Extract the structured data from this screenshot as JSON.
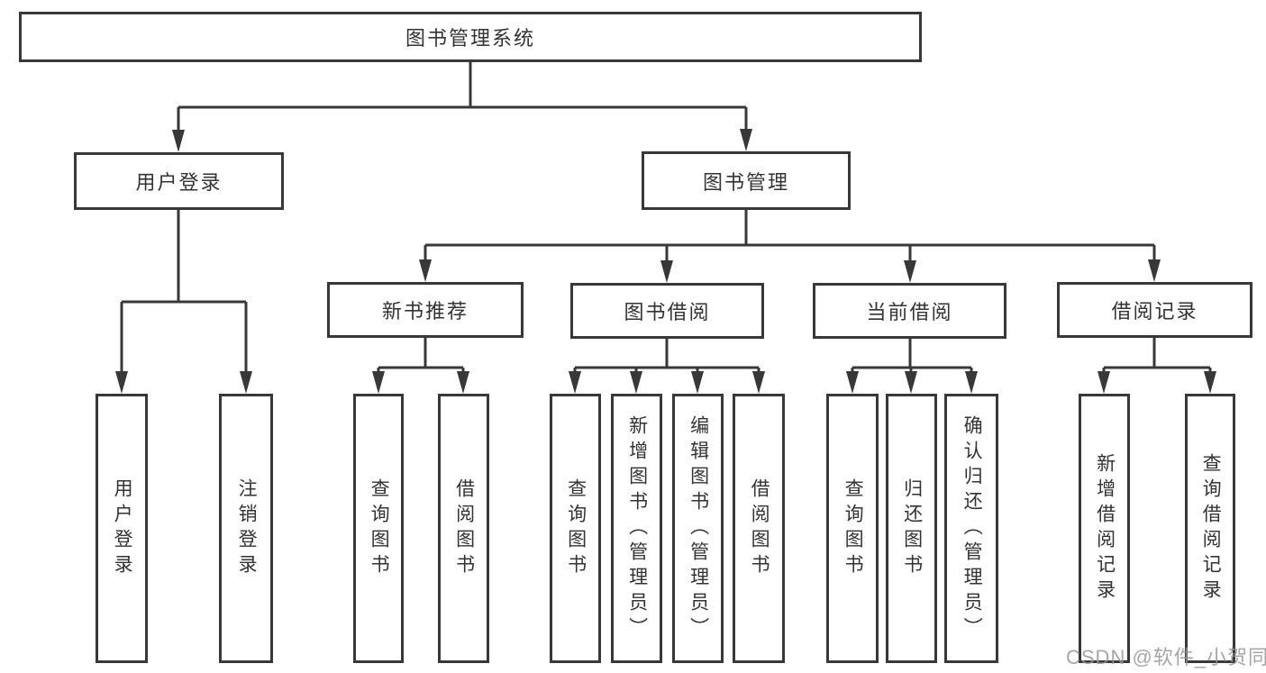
{
  "colors": {
    "stroke": "#383838",
    "node_text": "#333333",
    "background": "#ffffff",
    "watermark": "#969696"
  },
  "tree": {
    "root": "图书管理系统",
    "branches": [
      {
        "label": "用户登录",
        "leaves": [
          "用户登录",
          "注销登录"
        ]
      },
      {
        "label": "图书管理",
        "groups": [
          {
            "label": "新书推荐",
            "leaves": [
              "查询图书",
              "借阅图书"
            ]
          },
          {
            "label": "图书借阅",
            "leaves": [
              "查询图书",
              "新增图书（管理员）",
              "编辑图书（管理员）",
              "借阅图书"
            ]
          },
          {
            "label": "当前借阅",
            "leaves": [
              "查询图书",
              "归还图书",
              "确认归还（管理员）"
            ]
          },
          {
            "label": "借阅记录",
            "leaves": [
              "新增借阅记录",
              "查询借阅记录"
            ]
          }
        ]
      }
    ]
  },
  "watermark": {
    "text": "CSDN @软件_小贺同学"
  }
}
